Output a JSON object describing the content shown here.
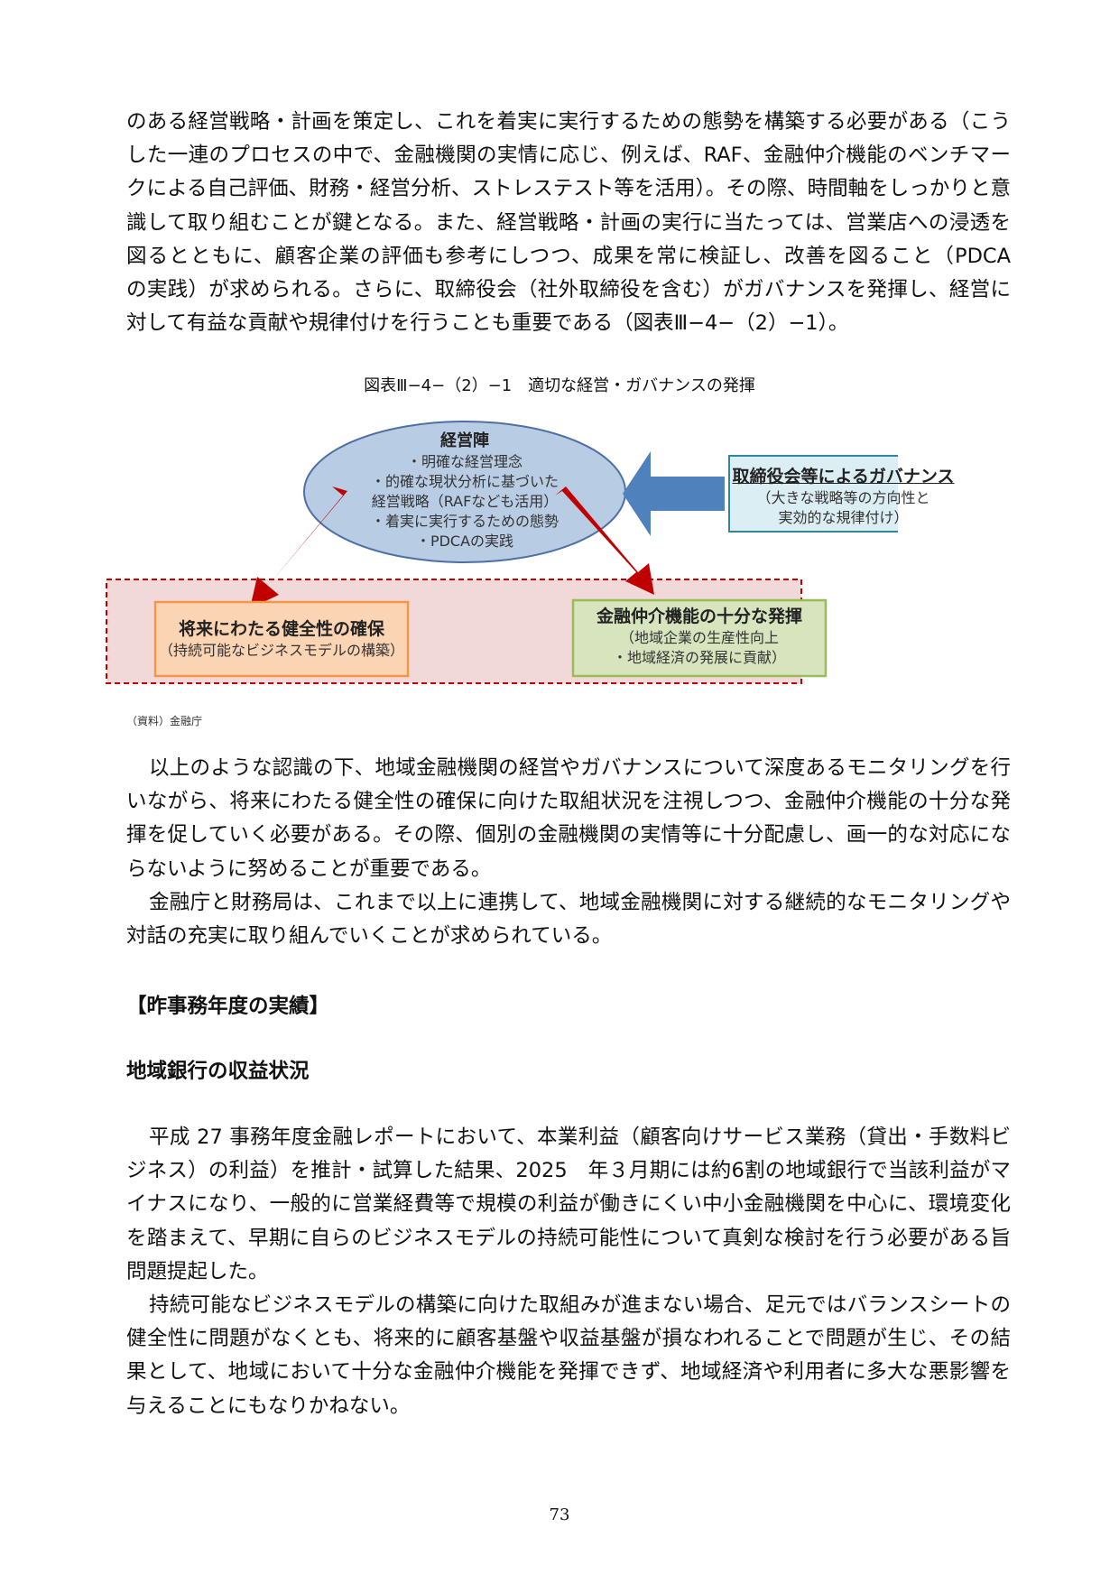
{
  "paragraph1": "のある経営戦略・計画を策定し、これを着実に実行するための態勢を構築する必要がある（こうした一連のプロセスの中で、金融機関の実情に応じ、例えば、RAF、金融仲介機能のベンチマークによる自己評価、財務・経営分析、ストレステスト等を活用）。その際、時間軸をしっかりと意識して取り組むことが鍵となる。また、経営戦略・計画の実行に当たっては、営業店への浸透を図るとともに、顧客企業の評価も参考にしつつ、成果を常に検証し、改善を図ること（PDCA　の実践）が求められる。さらに、取締役会（社外取締役を含む）がガバナンスを発揮し、経営に対して有益な貢献や規律付けを行うことも重要である（図表Ⅲ−4−（2）−1）。",
  "figure": {
    "title": "図表Ⅲ−4−（2）−1　適切な経営・ガバナンスの発揮",
    "management": {
      "title": "経営陣",
      "items": [
        "・明確な経営理念",
        "・的確な現状分析に基づいた",
        "経営戦略（RAFなども活用）",
        "・着実に実行するための態勢",
        "・PDCAの実践"
      ]
    },
    "governance": {
      "title": "取締役会等によるガバナンス",
      "lines": [
        "（大きな戦略等の方向性と",
        "実効的な規律付け）"
      ]
    },
    "soundness": {
      "title": "将来にわたる健全性の確保",
      "sub": "（持続可能なビジネスモデルの構築）"
    },
    "intermediation": {
      "title": "金融仲介機能の十分な発揮",
      "lines": [
        "（地域企業の生産性向上",
        "・地域経済の発展に貢献）"
      ]
    },
    "colors": {
      "oval_fill": "#b8cce4",
      "oval_stroke": "#4f6fa5",
      "gov_fill": "#dbeef4",
      "gov_stroke": "#31859c",
      "blue_arrow": "#4f81bd",
      "red_arrow": "#c00000",
      "dashed_region_fill": "#f2d9d9",
      "dashed_region_stroke": "#c00000",
      "left_box_fill": "#fbd4b4",
      "left_box_stroke": "#f79646",
      "right_box_fill": "#d7e4bd",
      "right_box_stroke": "#9bbb59"
    }
  },
  "source": "（資料）金融庁",
  "paragraph2": "以上のような認識の下、地域金融機関の経営やガバナンスについて深度あるモニタリングを行いながら、将来にわたる健全性の確保に向けた取組状況を注視しつつ、金融仲介機能の十分な発揮を促していく必要がある。その際、個別の金融機関の実情等に十分配慮し、画一的な対応にならないように努めることが重要である。",
  "paragraph3": "金融庁と財務局は、これまで以上に連携して、地域金融機関に対する継続的なモニタリングや対話の充実に取り組んでいくことが求められている。",
  "heading_prev_year": "【昨事務年度の実績】",
  "heading_regional": "地域銀行の収益状況",
  "paragraph4": "平成 27 事務年度金融レポートにおいて、本業利益（顧客向けサービス業務（貸出・手数料ビジネス）の利益）を推計・試算した結果、2025　年３月期には約6割の地域銀行で当該利益がマイナスになり、一般的に営業経費等で規模の利益が働きにくい中小金融機関を中心に、環境変化を踏まえて、早期に自らのビジネスモデルの持続可能性について真剣な検討を行う必要がある旨問題提起した。",
  "paragraph5": "持続可能なビジネスモデルの構築に向けた取組みが進まない場合、足元ではバランスシートの健全性に問題がなくとも、将来的に顧客基盤や収益基盤が損なわれることで問題が生じ、その結果として、地域において十分な金融仲介機能を発揮できず、地域経済や利用者に多大な悪影響を与えることにもなりかねない。",
  "page_number": "73"
}
